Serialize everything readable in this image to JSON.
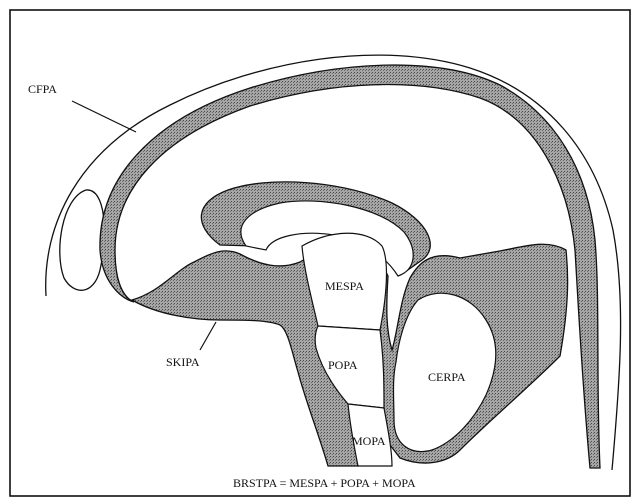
{
  "labels": {
    "cfpa": "CFPA",
    "skipa": "SKIPA",
    "mespa": "MESPA",
    "popa": "POPA",
    "cerpa": "CERPA",
    "mopa": "MOPA"
  },
  "formula": "BRSTPA = MESPA + POPA + MOPA",
  "colors": {
    "background": "#ffffff",
    "stroke": "#111111",
    "stipple_fill": "#9a9a9a"
  }
}
